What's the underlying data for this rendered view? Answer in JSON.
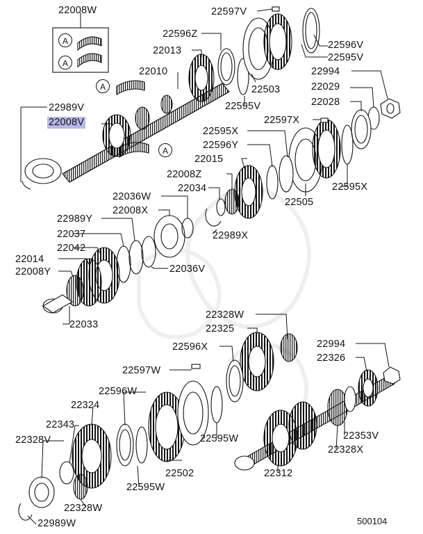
{
  "labels": {
    "p22008W": "22008W",
    "p22597V": "22597V",
    "p22596Z": "22596Z",
    "p22596V": "22596V",
    "p22013": "22013",
    "p22595V_r": "22595V",
    "p22010": "22010",
    "p22503": "22503",
    "p22595V": "22595V",
    "p22994": "22994",
    "p22029": "22029",
    "p22028": "22028",
    "p22989V": "22989V",
    "p22008V": "22008V",
    "p22597X": "22597X",
    "p22595X": "22595X",
    "p22596Y": "22596Y",
    "p22015": "22015",
    "p22008Z": "22008Z",
    "p22595X_r": "22595X",
    "p22036W": "22036W",
    "p22034": "22034",
    "p22505": "22505",
    "p22989Y": "22989Y",
    "p22008X": "22008X",
    "p22037": "22037",
    "p22989X": "22989X",
    "p22042": "22042",
    "p22014": "22014",
    "p22008Y": "22008Y",
    "p22036V": "22036V",
    "p22033": "22033",
    "p22328W": "22328W",
    "p22325": "22325",
    "p22596X": "22596X",
    "p22994_b": "22994",
    "p22326": "22326",
    "p22597W": "22597W",
    "p22596W": "22596W",
    "p22324": "22324",
    "p22343": "22343",
    "p22328V": "22328V",
    "p22595W": "22595W",
    "p22353V": "22353V",
    "p22328X": "22328X",
    "p22502": "22502",
    "p22312": "22312",
    "p22595W_b": "22595W",
    "p22328W_b": "22328W",
    "p22989W": "22989W"
  },
  "callouts": {
    "a": "A"
  },
  "diagram_code": "500104",
  "highlight_color": "#b8b8e8"
}
